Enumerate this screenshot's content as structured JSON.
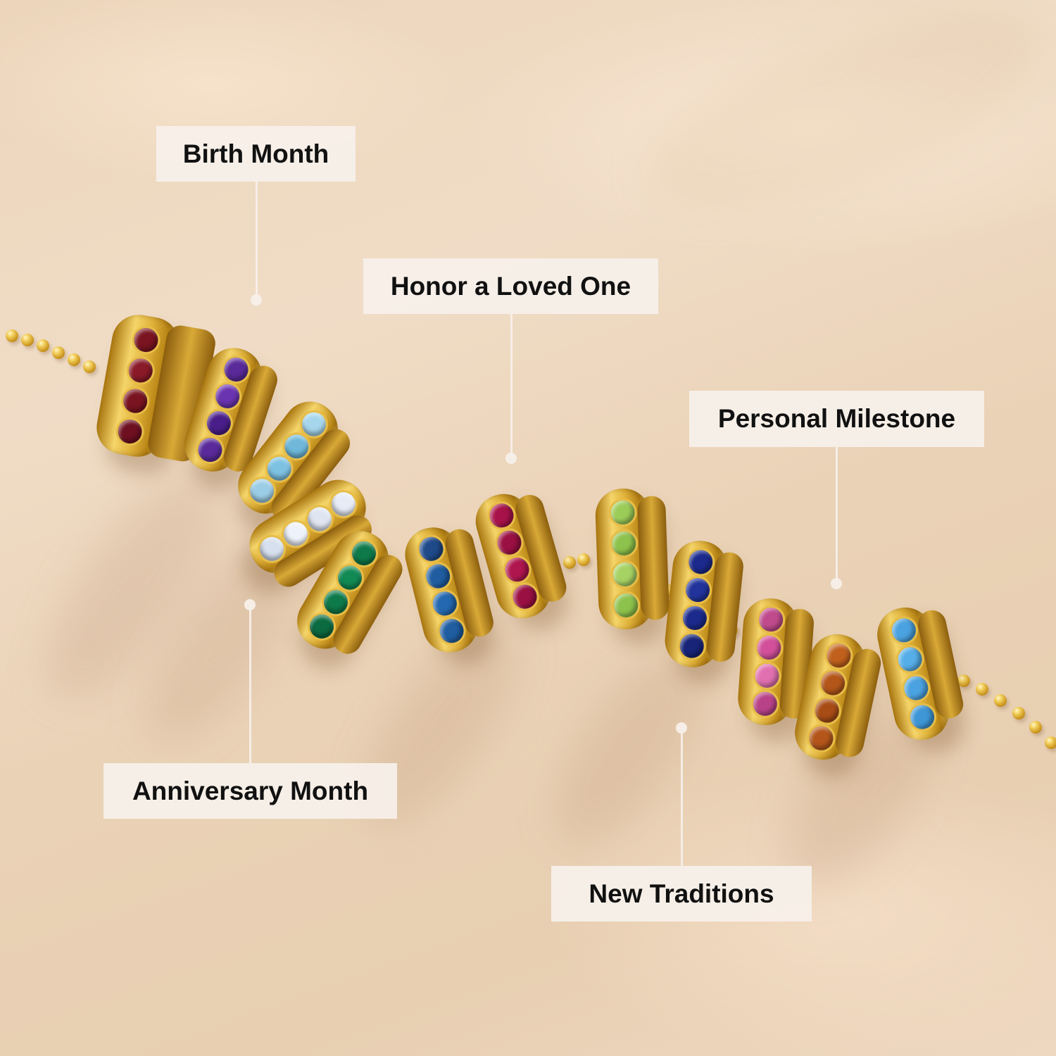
{
  "image": {
    "description": "Gold ball-chain necklace with twelve gemstone rondelle charms on a beige background, annotated with five callout labels",
    "background_color": "#ecd5bb"
  },
  "callouts": [
    {
      "id": "birth-month",
      "label": "Birth Month"
    },
    {
      "id": "honor-loved-one",
      "label": "Honor a Loved One"
    },
    {
      "id": "personal-milestone",
      "label": "Personal Milestone"
    },
    {
      "id": "anniversary-month",
      "label": "Anniversary Month"
    },
    {
      "id": "new-traditions",
      "label": "New Traditions"
    }
  ],
  "charms": [
    {
      "name": "garnet",
      "color": "#7a1420"
    },
    {
      "name": "amethyst",
      "color": "#5a2a9a"
    },
    {
      "name": "aquamarine",
      "color": "#6fb8da"
    },
    {
      "name": "white-sapphire",
      "color": "#dfe6f2"
    },
    {
      "name": "emerald",
      "color": "#0e7a4a"
    },
    {
      "name": "london-blue-topaz",
      "color": "#1f5da0"
    },
    {
      "name": "ruby",
      "color": "#a8124a"
    },
    {
      "name": "peridot",
      "color": "#8dc24c"
    },
    {
      "name": "sapphire",
      "color": "#1b2a8c"
    },
    {
      "name": "pink-tourmaline",
      "color": "#d2509a"
    },
    {
      "name": "citrine",
      "color": "#b4561a"
    },
    {
      "name": "swiss-blue-topaz",
      "color": "#4aa2e0"
    }
  ],
  "colors": {
    "gold": "#e0b23a",
    "label_bg": "#f7f0ea",
    "label_text": "#111111"
  }
}
